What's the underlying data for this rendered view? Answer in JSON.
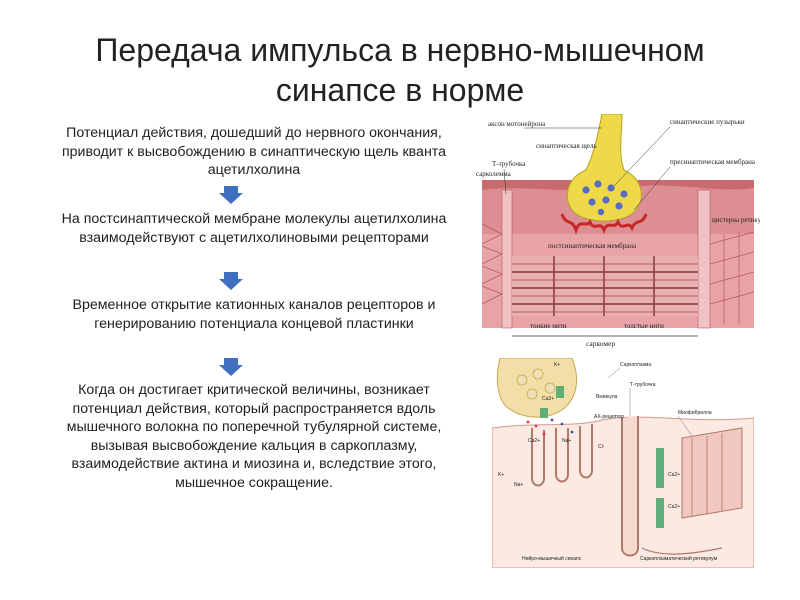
{
  "title_line1": "Передача импульса в нервно-мышечном",
  "title_line2": "синапсе в норме",
  "steps": [
    "Потенциал действия, дошедший до нервного окончания, приводит к высвобождению в синаптическую щель кванта ацетилхолина",
    "На постсинаптической мембране молекулы ацетилхолина взаимодействуют с ацетилхолиновыми рецепторами",
    "Временное открытие катионных каналов рецепторов и генерированию потенциала концевой пластинки",
    "Когда он достигает критической величины, возникает потенциал действия, который распространяется вдоль мышечного волокна по поперечной тубулярной системе, вызывая высвобождение кальция в саркоплазму, взаимодействие актина и миозина и, вследствие этого, мышечное сокращение."
  ],
  "colors": {
    "arrow": "#3f6fbf",
    "muscle": "#d9868a",
    "nerve": "#e8d23a",
    "cleft": "#c62828"
  },
  "figure1": {
    "labels": {
      "axon": "аксон мотонейрона",
      "vesicles": "синаптические пузырьки",
      "cleft": "синаптическая щель",
      "ttubule": "Т-трубочка",
      "presyn": "пресинаптическая мембрана",
      "sarcolemma": "сарколемма",
      "cistern": "цистерна ретикулума",
      "postsyn": "постсинаптическая мембрана",
      "thin": "тонкие нити",
      "thick": "толстые нити",
      "sarcomere": "саркомер"
    }
  },
  "figure2": {
    "labels": {
      "k_top": "K+",
      "sarcoplasm": "Саркоплазма",
      "ttubule": "Т-трубочка",
      "ca1": "Ca2+",
      "vesicle": "Везикула",
      "achr": "АХ-рецептор",
      "myofibril": "Миофибрилла",
      "ca2": "Ca2+",
      "na1": "Na+",
      "cl": "Cl-",
      "k_left": "K+",
      "na2": "Na+",
      "ca3": "Ca2+",
      "ca4": "Ca2+",
      "synapse": "Нейро-мышечный синапс",
      "reticulum": "Саркоплазматический ретикулум"
    }
  }
}
